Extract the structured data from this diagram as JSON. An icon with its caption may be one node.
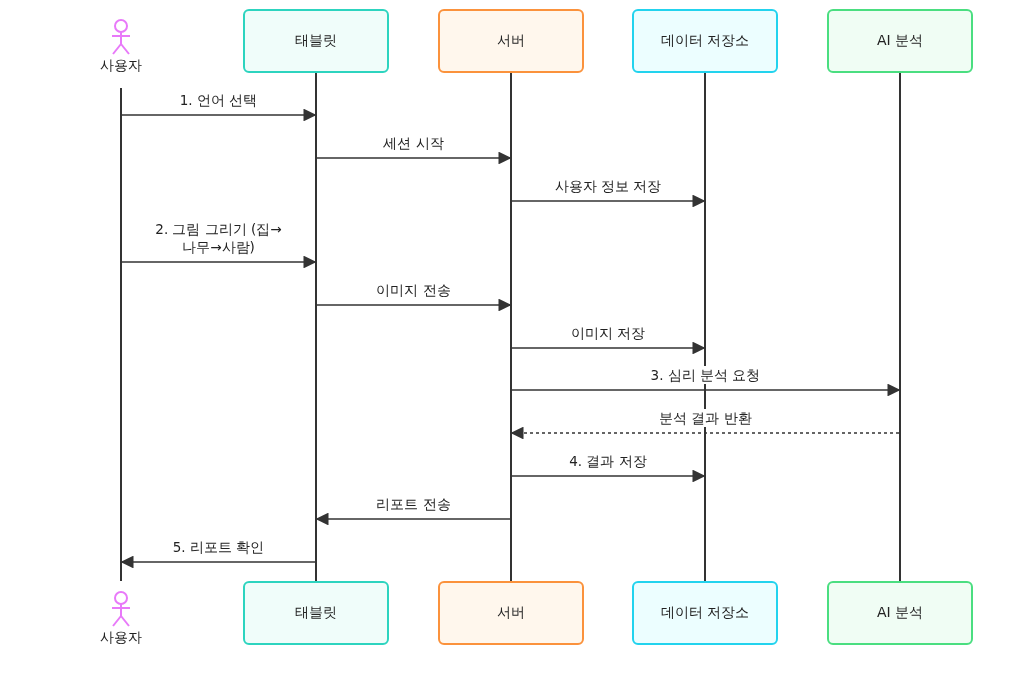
{
  "diagram": {
    "nodes": [
      {
        "text": [
          "사용자"
        ]
      },
      {
        "text": [
          "태블릿"
        ]
      },
      {
        "text": [
          "서버"
        ]
      },
      {
        "text": [
          "데이터 저장소"
        ]
      },
      {
        "text": [
          "AI 분석"
        ]
      },
      {
        "text": [
          "사용자"
        ]
      },
      {
        "text": [
          "태블릿"
        ]
      },
      {
        "text": [
          "서버"
        ]
      },
      {
        "text": [
          "데이터 저장소"
        ]
      },
      {
        "text": [
          "AI 분석"
        ]
      },
      {
        "text": [],
        "shape": "bar"
      },
      {
        "text": [],
        "shape": "bar"
      },
      {
        "text": [],
        "shape": "bar"
      },
      {
        "text": [],
        "shape": "bar"
      },
      {
        "text": [],
        "shape": "bar"
      }
    ],
    "edges": [
      {
        "from": 10,
        "to": 11,
        "arrow": "to",
        "label": "1. 언어 선택"
      },
      {
        "from": 11,
        "to": 12,
        "arrow": "to",
        "label": "세션 시작"
      },
      {
        "from": 12,
        "to": 13,
        "arrow": "to",
        "label": "사용자 정보 저장"
      },
      {
        "from": 10,
        "to": 11,
        "arrow": "to",
        "label": "2. 그림 그리기 (집→나무→사람)"
      },
      {
        "from": 11,
        "to": 12,
        "arrow": "to",
        "label": "이미지 전송"
      },
      {
        "from": 12,
        "to": 13,
        "arrow": "to",
        "label": "이미지 저장"
      },
      {
        "from": 12,
        "to": 14,
        "arrow": "to",
        "label": "3. 심리 분석 요청"
      },
      {
        "from": 14,
        "to": 12,
        "arrow": "to",
        "label": "분석 결과 반환",
        "style": "dashed"
      },
      {
        "from": 12,
        "to": 13,
        "arrow": "to",
        "label": "4. 결과 저장"
      },
      {
        "from": 12,
        "to": 11,
        "arrow": "to",
        "label": "리포트 전송"
      },
      {
        "from": 11,
        "to": 10,
        "arrow": "to",
        "label": "5. 리포트 확인"
      }
    ]
  }
}
